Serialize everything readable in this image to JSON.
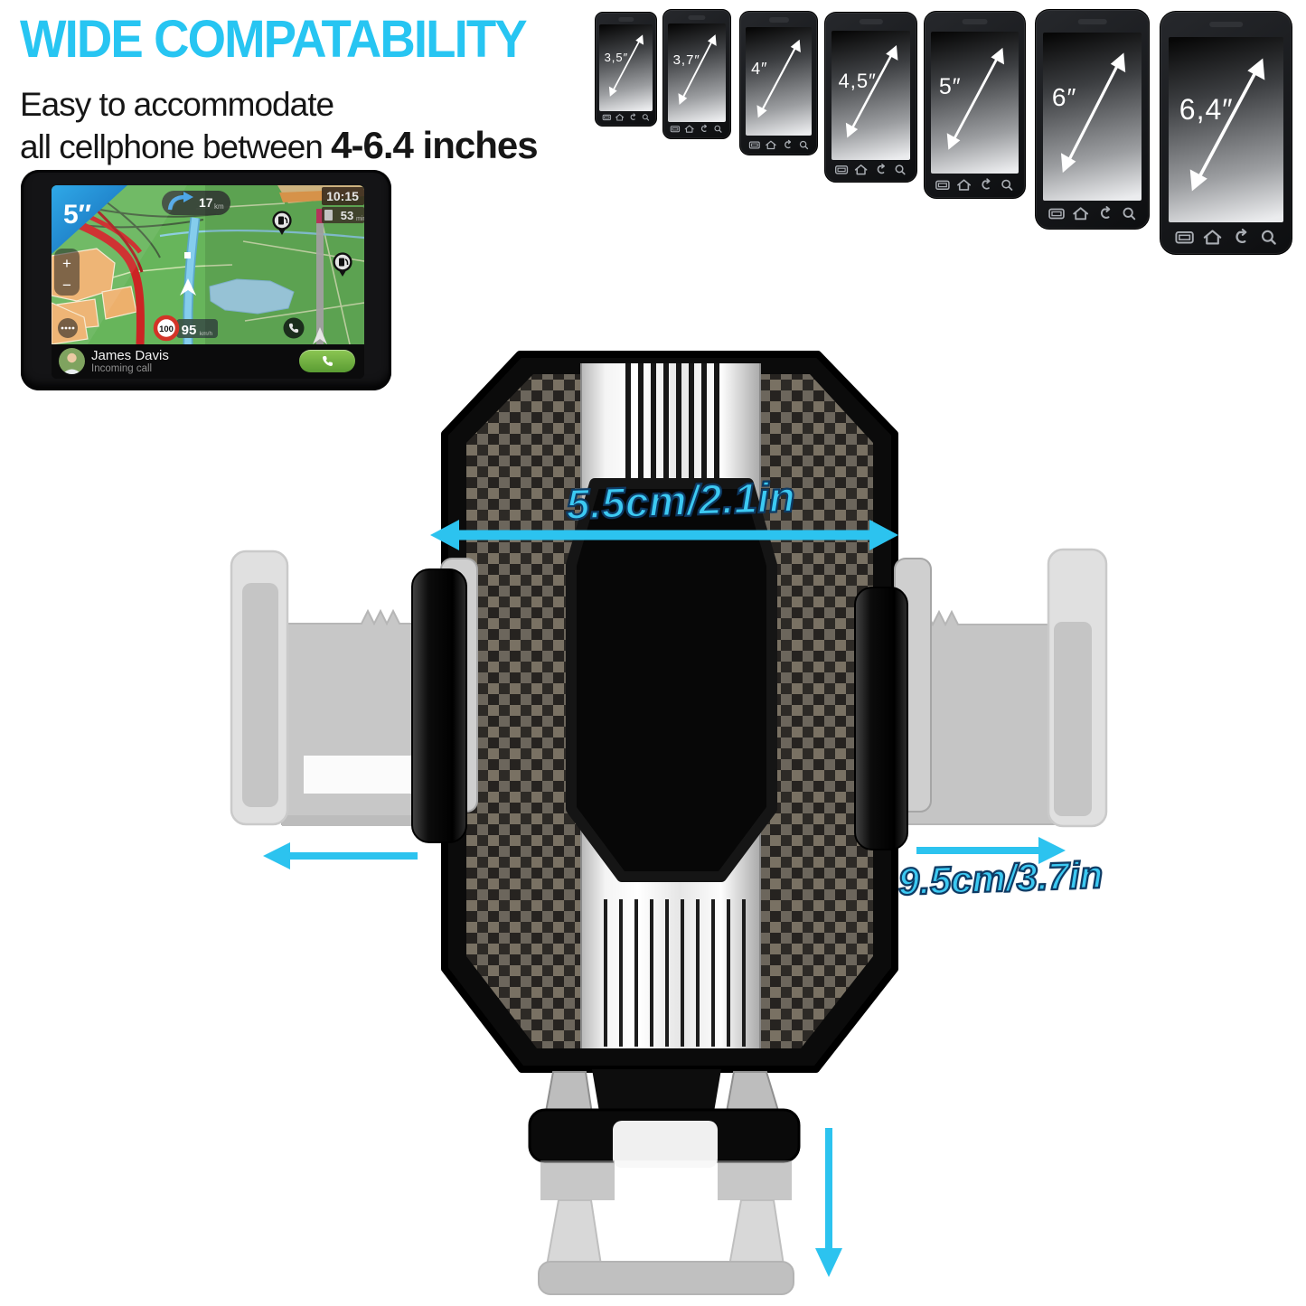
{
  "header": {
    "title": "WIDE COMPATABILITY",
    "subtitle_line1": "Easy to accommodate",
    "subtitle_line2": "all cellphone between ",
    "subtitle_highlight": "4-6.4 inches"
  },
  "gps": {
    "size_badge": "5″",
    "turn_distance": "17",
    "turn_distance_unit": "km",
    "time": "10:15",
    "eta": "53",
    "eta_unit": "min",
    "speed_limit": "100",
    "speed": "95",
    "speed_unit": "km/h",
    "zoom_in": "+",
    "zoom_out": "−",
    "caller_name": "James Davis",
    "call_status": "Incoming call"
  },
  "phones": {
    "items": [
      {
        "label": "3,5″"
      },
      {
        "label": "3,7″"
      },
      {
        "label": "4″"
      },
      {
        "label": "4,5″"
      },
      {
        "label": "5″"
      },
      {
        "label": "6″"
      },
      {
        "label": "6,4″"
      }
    ]
  },
  "product": {
    "width_label": "5.5cm/2.1in",
    "extension_label": "9.5cm/3.7in"
  },
  "colors": {
    "accent_cyan": "#2cc3ef",
    "title_cyan": "#27c5f2",
    "label_outline_navy": "#0e3a63"
  }
}
